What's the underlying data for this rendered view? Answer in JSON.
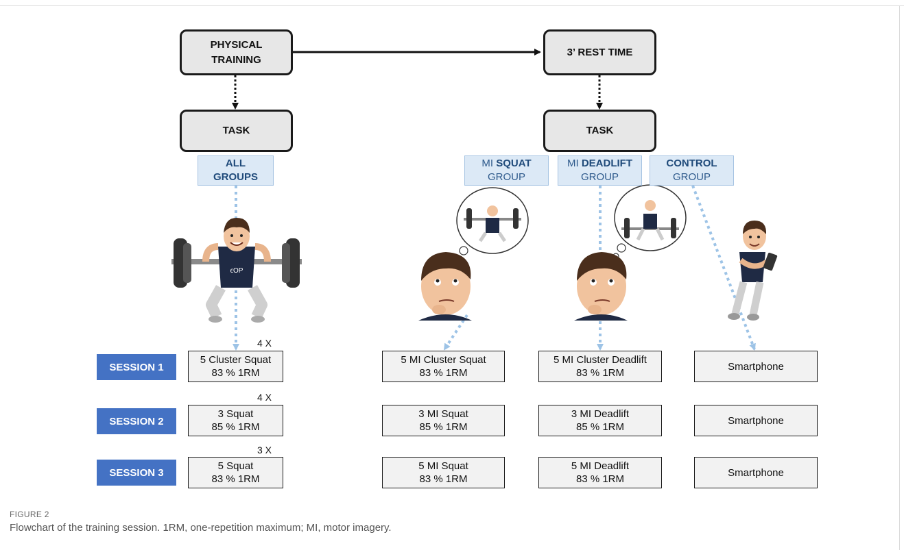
{
  "flow": {
    "physical_training": [
      "PHYSICAL",
      "TRAINING"
    ],
    "rest_time": "3’ REST TIME",
    "task_left": "TASK",
    "task_right": "TASK"
  },
  "groups": {
    "all": [
      "ALL",
      "GROUPS"
    ],
    "mi_squat": {
      "prefix": "MI ",
      "bold": "SQUAT",
      "suffix": "GROUP"
    },
    "mi_deadlift": {
      "prefix": "MI ",
      "bold": "DEADLIFT",
      "suffix": "GROUP"
    },
    "control": {
      "bold": "CONTROL",
      "suffix": "GROUP"
    }
  },
  "sessions": [
    {
      "label": "SESSION 1",
      "reps": "4 X",
      "physical": [
        "5 Cluster Squat",
        "83 % 1RM"
      ],
      "mi_squat": [
        "5 MI Cluster Squat",
        "83 % 1RM"
      ],
      "mi_deadlift": [
        "5 MI Cluster Deadlift",
        "83 % 1RM"
      ],
      "control": "Smartphone"
    },
    {
      "label": "SESSION 2",
      "reps": "4 X",
      "physical": [
        "3 Squat",
        "85 % 1RM"
      ],
      "mi_squat": [
        "3 MI Squat",
        "85 % 1RM"
      ],
      "mi_deadlift": [
        "3 MI Deadlift",
        "85 % 1RM"
      ],
      "control": "Smartphone"
    },
    {
      "label": "SESSION 3",
      "reps": "3 X",
      "physical": [
        "5 Squat",
        "83 % 1RM"
      ],
      "mi_squat": [
        "5 MI Squat",
        "83 % 1RM"
      ],
      "mi_deadlift": [
        "5 MI Deadlift",
        "83 % 1RM"
      ],
      "control": "Smartphone"
    }
  ],
  "caption": {
    "label": "FIGURE 2",
    "text": "Flowchart of the training session. 1RM, one-repetition maximum; MI, motor imagery."
  },
  "colors": {
    "session_fill": "#4472c4",
    "group_label_fill": "#dce9f6",
    "flow_box_fill": "#e7e7e7",
    "dotted_connector": "#9dc3e6"
  },
  "icons": {
    "athlete_squat": "athlete-squat-icon",
    "thinking_face": "thinking-face-icon",
    "thought_bubble": "thought-bubble-icon",
    "smartphone_user": "smartphone-user-icon"
  }
}
